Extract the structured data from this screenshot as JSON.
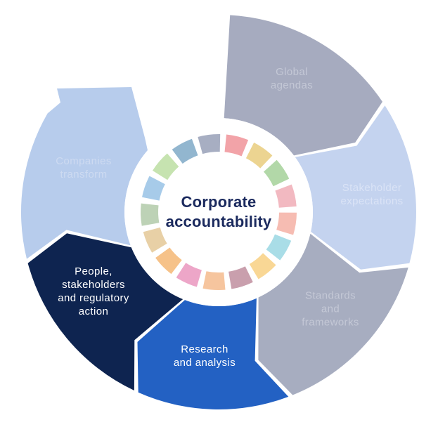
{
  "diagram": {
    "center_label": "Corporate\naccountability",
    "center_label_color": "#1b2a5e",
    "background_color": "#ffffff",
    "flow_direction": "clockwise",
    "segments": [
      {
        "id": "global-agendas",
        "label": "Global\nagendas",
        "fill": "#a6abbf",
        "label_color": "#c4c8d6"
      },
      {
        "id": "stakeholder-expectations",
        "label": "Stakeholder\nexpectations",
        "fill": "#c4d3ef",
        "label_color": "#dae3f6"
      },
      {
        "id": "standards-and-frameworks",
        "label": "Standards\nand\nframeworks",
        "fill": "#a7adc0",
        "label_color": "#c4c8d6"
      },
      {
        "id": "research-and-analysis",
        "label": "Research\nand analysis",
        "fill": "#2361c3",
        "label_color": "#ffffff"
      },
      {
        "id": "people-stakeholders-and-regulatory-action",
        "label": "People,\nstakeholders\nand regulatory\naction",
        "fill": "#0e2450",
        "label_color": "#ffffff"
      },
      {
        "id": "companies-transform",
        "label": "Companies\ntransform",
        "fill": "#b7ccec",
        "label_color": "#cddaf1",
        "arrowhead": true
      }
    ],
    "ring": {
      "name": "pastel-multicolor-ring",
      "colors": [
        "#f2a3a8",
        "#ecd491",
        "#b2d8a8",
        "#f2b9c1",
        "#f6bcb2",
        "#a9dde7",
        "#f9d795",
        "#c99fad",
        "#f6c59e",
        "#eda6c8",
        "#f6c289",
        "#e8d0a6",
        "#bdd2b6",
        "#a7cbe9",
        "#c6e3b0",
        "#92b6cf",
        "#a7aec2"
      ]
    }
  }
}
